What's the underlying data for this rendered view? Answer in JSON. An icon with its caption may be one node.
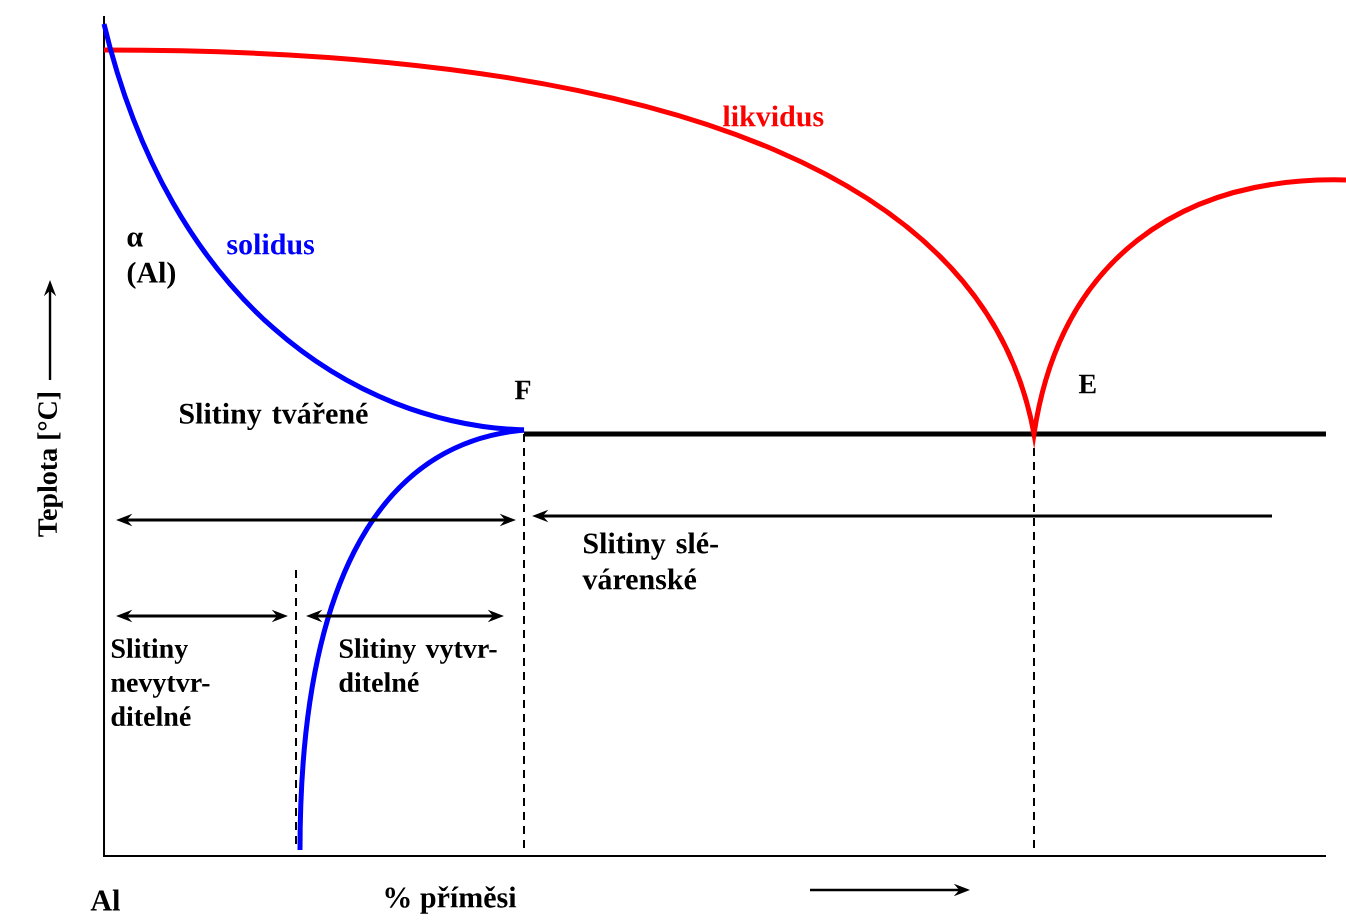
{
  "diagram": {
    "labels": [
      "likvidus",
      "α (Al)",
      "solidus",
      "F",
      "E",
      "Slitiny tvářené",
      "Slitiny slé- várenské",
      "Slitiny nevytvr- ditelné",
      "Slitiny vytvr- ditelné",
      "Teplota [°C]",
      "Al",
      "% příměsi"
    ]
  }
}
